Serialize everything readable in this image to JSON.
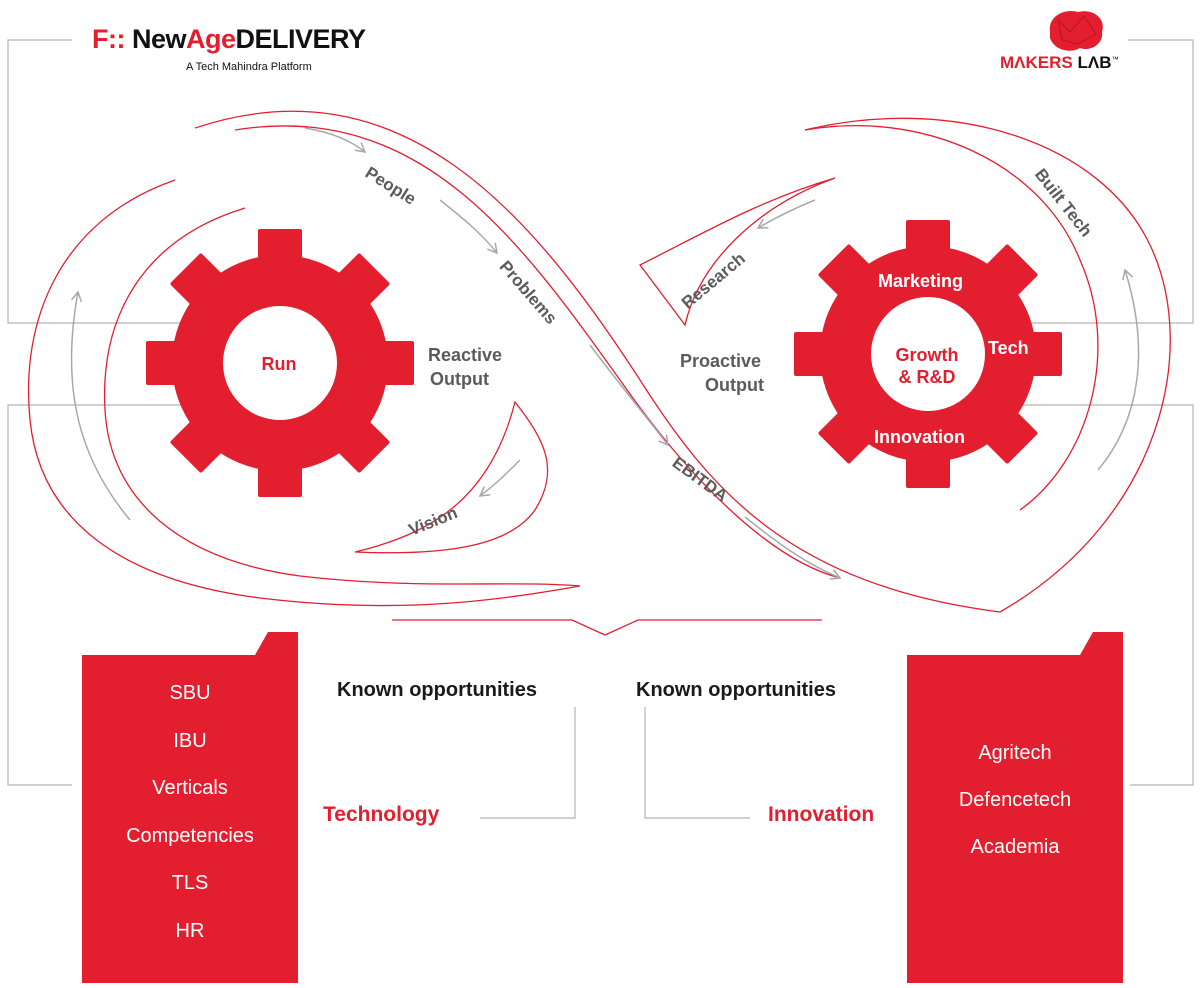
{
  "header_left": {
    "logo_mark": "F:: ",
    "brand_new": "New",
    "brand_age": "Age",
    "brand_delivery": "DELIVERY",
    "tagline": "A Tech Mahindra Platform"
  },
  "header_right": {
    "logo_makers": "MΛKERS",
    "logo_lab": "LΛB",
    "trademark": "™"
  },
  "left_gear": {
    "label": "Run",
    "caption_line1": "Reactive",
    "caption_line2": "Output"
  },
  "right_gear": {
    "center_line1": "Growth",
    "center_line2": "& R&D",
    "top": "Marketing",
    "side": "Tech",
    "bottom": "Innovation",
    "caption_line1": "Proactive",
    "caption_line2": "Output"
  },
  "loop_labels": {
    "people": "People",
    "problems": "Problems",
    "ebitda": "EBITDA",
    "vision": "Vision",
    "research": "Research",
    "built_tech": "Built Tech"
  },
  "left_panel": {
    "heading": "Known opportunities",
    "focus": "Technology",
    "items": [
      "SBU",
      "IBU",
      "Verticals",
      "Competencies",
      "TLS",
      "HR"
    ]
  },
  "right_panel": {
    "heading": "Known opportunities",
    "focus": "Innovation",
    "items": [
      "Agritech",
      "Defencetech",
      "Academia"
    ]
  },
  "colors": {
    "accent_red": "#e21e2f",
    "text_grey": "#5b5b5b",
    "line_grey": "#b3b3b3"
  }
}
